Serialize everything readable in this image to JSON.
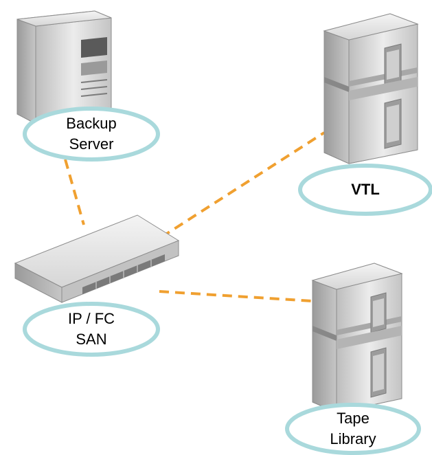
{
  "nodes": {
    "backup_server": {
      "label": "Backup\nServer",
      "icon": "tower-server-icon"
    },
    "vtl": {
      "label": "VTL",
      "icon": "storage-cabinet-icon"
    },
    "san": {
      "label": "IP / FC\nSAN",
      "icon": "network-switch-icon"
    },
    "tape_library": {
      "label": "Tape\nLibrary",
      "icon": "storage-cabinet-icon"
    }
  },
  "connections": [
    {
      "from": "backup_server",
      "to": "san"
    },
    {
      "from": "san",
      "to": "vtl"
    },
    {
      "from": "san",
      "to": "tape_library"
    }
  ],
  "colors": {
    "ellipse_stroke": "#a9d9dc",
    "connector": "#f0a030",
    "device_light": "#e4e4e4",
    "device_mid": "#c8c8c8",
    "device_dark": "#8a8a8a"
  }
}
